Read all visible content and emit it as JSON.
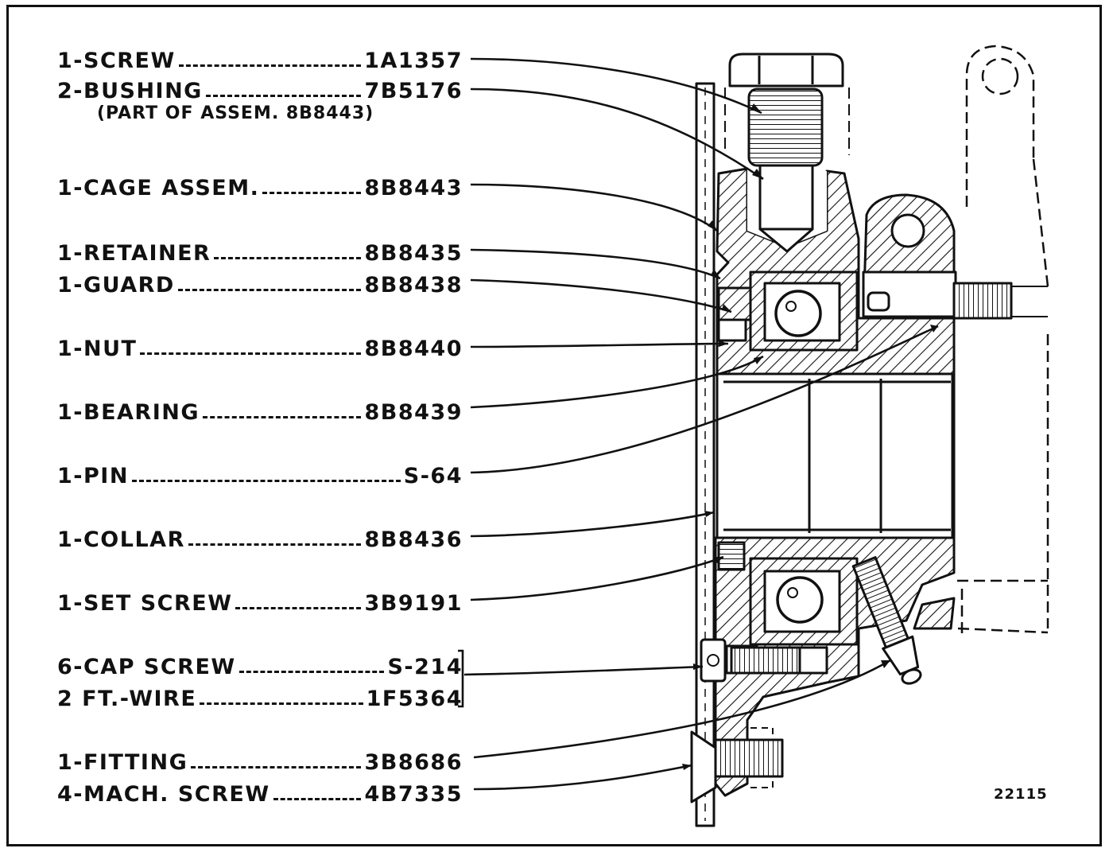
{
  "figure": {
    "number": "22115",
    "note": "(PART OF ASSEM. 8B8443)",
    "parts": [
      {
        "name": "1-SCREW",
        "num": "1A1357"
      },
      {
        "name": "2-BUSHING",
        "num": "7B5176"
      },
      {
        "name": "1-CAGE ASSEM.",
        "num": "8B8443"
      },
      {
        "name": "1-RETAINER",
        "num": "8B8435"
      },
      {
        "name": "1-GUARD",
        "num": "8B8438"
      },
      {
        "name": "1-NUT",
        "num": "8B8440"
      },
      {
        "name": "1-BEARING",
        "num": "8B8439"
      },
      {
        "name": "1-PIN",
        "num": "S-64"
      },
      {
        "name": "1-COLLAR",
        "num": "8B8436"
      },
      {
        "name": "1-SET SCREW",
        "num": "3B9191"
      },
      {
        "name": "6-CAP SCREW",
        "num": "S-214"
      },
      {
        "name": "2 FT.-WIRE",
        "num": "1F5364"
      },
      {
        "name": "1-FITTING",
        "num": "3B8686"
      },
      {
        "name": "4-MACH. SCREW",
        "num": "4B7335"
      }
    ]
  }
}
